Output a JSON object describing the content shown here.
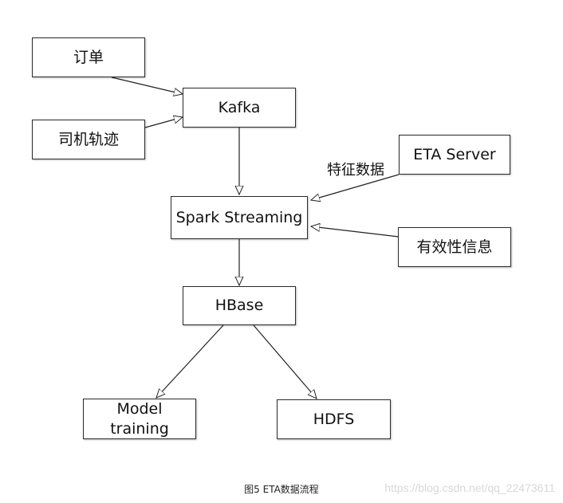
{
  "nodes": {
    "order": "订单",
    "driver_track": "司机轨迹",
    "kafka": "Kafka",
    "eta_server": "ETA Server",
    "spark_streaming": "Spark Streaming",
    "validity_info": "有效性信息",
    "hbase": "HBase",
    "model_training": "Model\ntraining",
    "hdfs": "HDFS"
  },
  "edge_labels": {
    "feature_data": "特征数据"
  },
  "caption": "图5 ETA数据流程",
  "watermark": "https://blog.csdn.net/qq_22473611"
}
